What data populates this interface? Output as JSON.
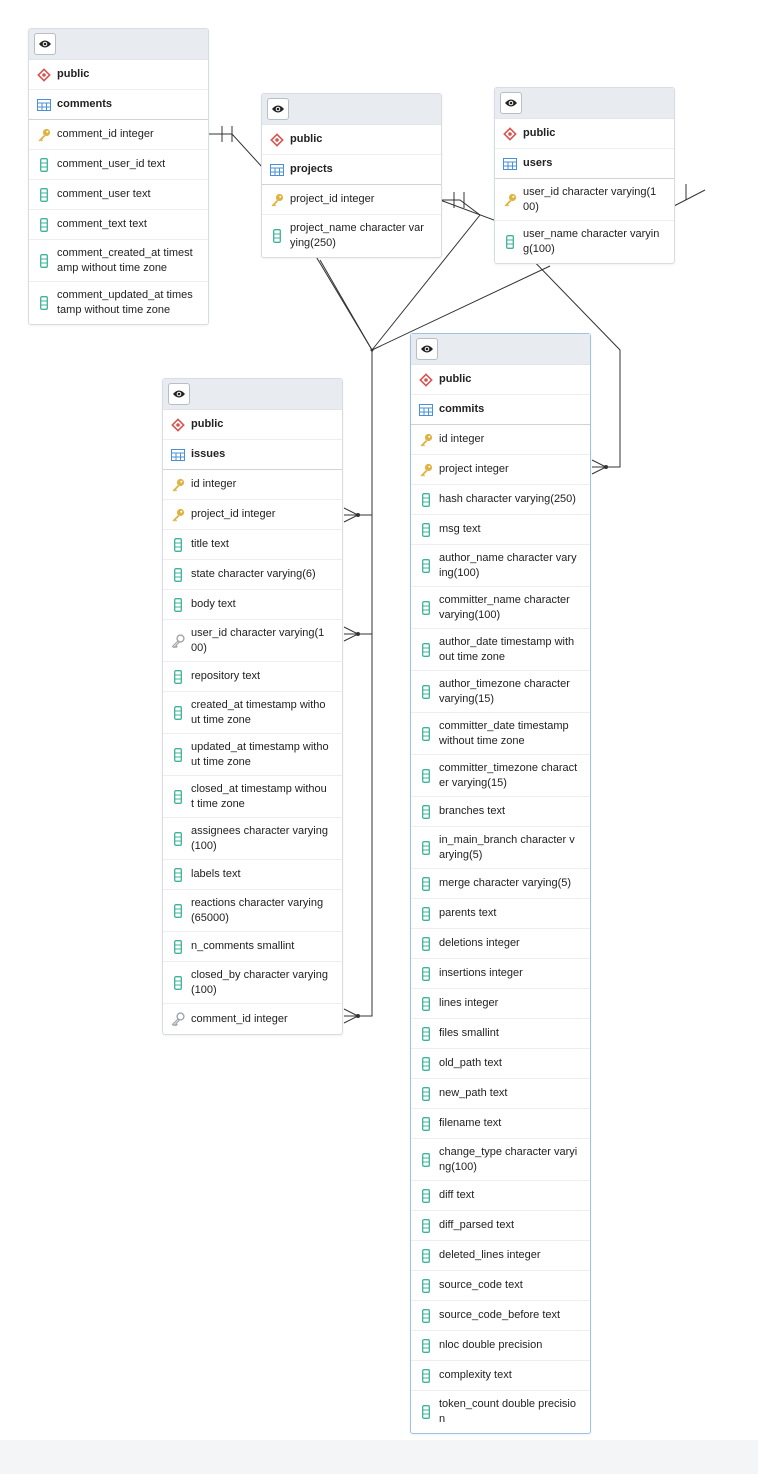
{
  "schema_label": "public",
  "tables": [
    {
      "id": "comments",
      "name": "comments",
      "columns": [
        {
          "name": "comment_id integer",
          "kind": "pk"
        },
        {
          "name": "comment_user_id text",
          "kind": "col"
        },
        {
          "name": "comment_user text",
          "kind": "col"
        },
        {
          "name": "comment_text text",
          "kind": "col"
        },
        {
          "name": "comment_created_at timest\namp without time zone",
          "kind": "col"
        },
        {
          "name": "comment_updated_at times\ntamp without time zone",
          "kind": "col"
        }
      ]
    },
    {
      "id": "projects",
      "name": "projects",
      "columns": [
        {
          "name": "project_id integer",
          "kind": "pk"
        },
        {
          "name": "project_name character var\nying(250)",
          "kind": "col"
        }
      ]
    },
    {
      "id": "users",
      "name": "users",
      "columns": [
        {
          "name": "user_id character varying(1\n00)",
          "kind": "pk"
        },
        {
          "name": "user_name character varyin\ng(100)",
          "kind": "col"
        }
      ]
    },
    {
      "id": "issues",
      "name": "issues",
      "columns": [
        {
          "name": "id integer",
          "kind": "pk"
        },
        {
          "name": "project_id integer",
          "kind": "pk"
        },
        {
          "name": "title text",
          "kind": "col"
        },
        {
          "name": "state character varying(6)",
          "kind": "col"
        },
        {
          "name": "body text",
          "kind": "col"
        },
        {
          "name": "user_id character varying(1\n00)",
          "kind": "fk"
        },
        {
          "name": "repository text",
          "kind": "col"
        },
        {
          "name": "created_at timestamp witho\nut time zone",
          "kind": "col"
        },
        {
          "name": "updated_at timestamp witho\nut time zone",
          "kind": "col"
        },
        {
          "name": "closed_at timestamp withou\nt time zone",
          "kind": "col"
        },
        {
          "name": "assignees character varying\n(100)",
          "kind": "col"
        },
        {
          "name": "labels text",
          "kind": "col"
        },
        {
          "name": "reactions character varying\n(65000)",
          "kind": "col"
        },
        {
          "name": "n_comments smallint",
          "kind": "col"
        },
        {
          "name": "closed_by character varying\n(100)",
          "kind": "col"
        },
        {
          "name": "comment_id integer",
          "kind": "fk"
        }
      ]
    },
    {
      "id": "commits",
      "name": "commits",
      "columns": [
        {
          "name": "id integer",
          "kind": "pk"
        },
        {
          "name": "project integer",
          "kind": "pk"
        },
        {
          "name": "hash character varying(250)",
          "kind": "col"
        },
        {
          "name": "msg text",
          "kind": "col"
        },
        {
          "name": "author_name character vary\ning(100)",
          "kind": "col"
        },
        {
          "name": "committer_name character\nvarying(100)",
          "kind": "col"
        },
        {
          "name": "author_date timestamp with\nout time zone",
          "kind": "col"
        },
        {
          "name": "author_timezone character\nvarying(15)",
          "kind": "col"
        },
        {
          "name": "committer_date timestamp\nwithout time zone",
          "kind": "col"
        },
        {
          "name": "committer_timezone charact\ner varying(15)",
          "kind": "col"
        },
        {
          "name": "branches text",
          "kind": "col"
        },
        {
          "name": "in_main_branch character v\narying(5)",
          "kind": "col"
        },
        {
          "name": "merge character varying(5)",
          "kind": "col"
        },
        {
          "name": "parents text",
          "kind": "col"
        },
        {
          "name": "deletions integer",
          "kind": "col"
        },
        {
          "name": "insertions integer",
          "kind": "col"
        },
        {
          "name": "lines integer",
          "kind": "col"
        },
        {
          "name": "files smallint",
          "kind": "col"
        },
        {
          "name": "old_path text",
          "kind": "col"
        },
        {
          "name": "new_path text",
          "kind": "col"
        },
        {
          "name": "filename text",
          "kind": "col"
        },
        {
          "name": "change_type character varyi\nng(100)",
          "kind": "col"
        },
        {
          "name": "diff text",
          "kind": "col"
        },
        {
          "name": "diff_parsed text",
          "kind": "col"
        },
        {
          "name": "deleted_lines integer",
          "kind": "col"
        },
        {
          "name": "source_code text",
          "kind": "col"
        },
        {
          "name": "source_code_before text",
          "kind": "col"
        },
        {
          "name": "nloc double precision",
          "kind": "col"
        },
        {
          "name": "complexity text",
          "kind": "col"
        },
        {
          "name": "token_count double precisio\nn",
          "kind": "col"
        }
      ]
    }
  ],
  "colors": {
    "schema_icon": "#d9534f",
    "table_icon": "#4a90d9",
    "pk_key": "#e0b341",
    "fk_key": "#a0a4aa",
    "column_icon": "#3cb39a",
    "link_line": "#333333"
  },
  "icons": {
    "eye": "eye-icon",
    "schema": "schema-icon",
    "table": "table-icon",
    "pk": "primary-key-icon",
    "fk": "foreign-key-icon",
    "column": "column-icon"
  }
}
